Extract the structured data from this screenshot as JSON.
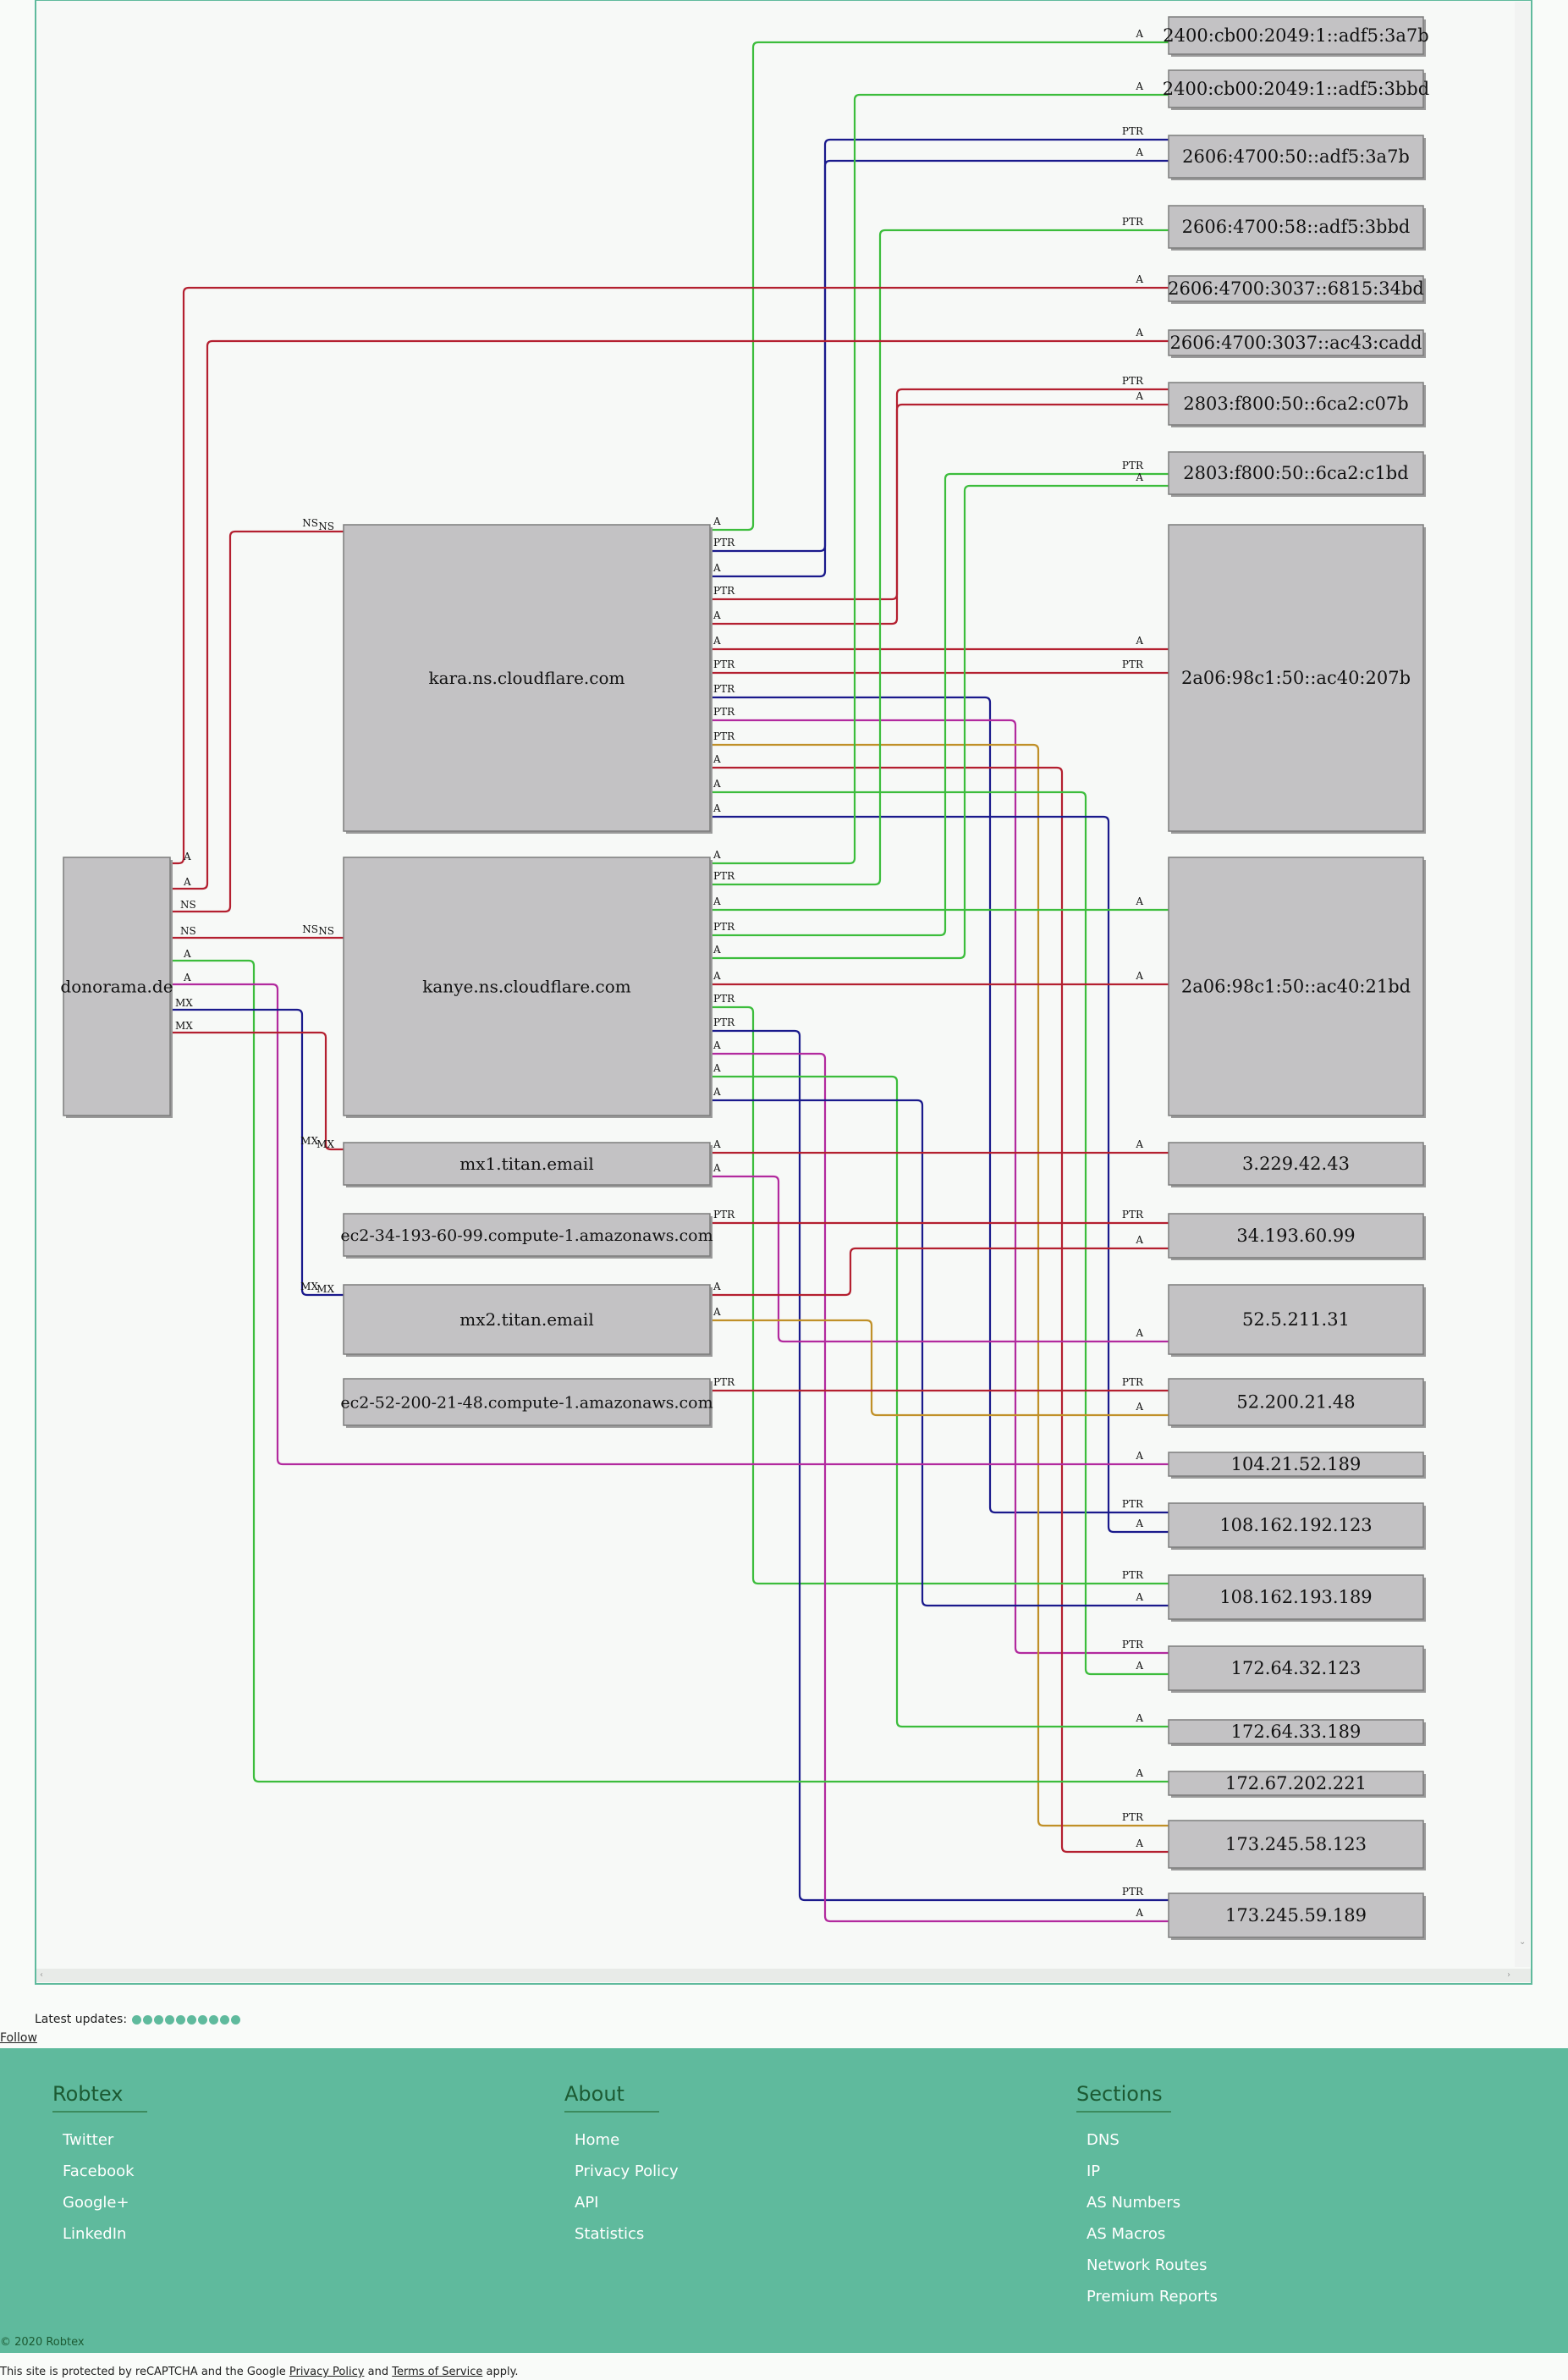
{
  "graph": {
    "nodes": {
      "domain": "donorama.de",
      "kara": "kara.ns.cloudflare.com",
      "kanye": "kanye.ns.cloudflare.com",
      "mx1": "mx1.titan.email",
      "ec2a": "ec2-34-193-60-99.compute-1.amazonaws.com",
      "mx2": "mx2.titan.email",
      "ec2b": "ec2-52-200-21-48.compute-1.amazonaws.com"
    },
    "ips": [
      "2400:cb00:2049:1::adf5:3a7b",
      "2400:cb00:2049:1::adf5:3bbd",
      "2606:4700:50::adf5:3a7b",
      "2606:4700:58::adf5:3bbd",
      "2606:4700:3037::6815:34bd",
      "2606:4700:3037::ac43:cadd",
      "2803:f800:50::6ca2:c07b",
      "2803:f800:50::6ca2:c1bd",
      "2a06:98c1:50::ac40:207b",
      "2a06:98c1:50::ac40:21bd",
      "3.229.42.43",
      "34.193.60.99",
      "52.5.211.31",
      "52.200.21.48",
      "104.21.52.189",
      "108.162.192.123",
      "108.162.193.189",
      "172.64.32.123",
      "172.64.33.189",
      "172.67.202.221",
      "173.245.58.123",
      "173.245.59.189"
    ],
    "record_types": {
      "a": "A",
      "ns": "NS",
      "mx": "MX",
      "ptr": "PTR"
    },
    "colors": {
      "red": "#b42030",
      "green": "#3cbd3c",
      "blue": "#1a1a8c",
      "magenta": "#b22a9e",
      "gold": "#c09028"
    }
  },
  "latest_updates_label": "Latest updates:",
  "follow_label": "Follow",
  "footer": {
    "robtex": {
      "heading": "Robtex",
      "links": [
        "Twitter",
        "Facebook",
        "Google+",
        "LinkedIn"
      ]
    },
    "about": {
      "heading": "About",
      "links": [
        "Home",
        "Privacy Policy",
        "API",
        "Statistics"
      ]
    },
    "sections": {
      "heading": "Sections",
      "links": [
        "DNS",
        "IP",
        "AS Numbers",
        "AS Macros",
        "Network Routes",
        "Premium Reports"
      ]
    }
  },
  "copyright": "© 2020 Robtex",
  "recaptcha": {
    "prefix": "This site is protected by reCAPTCHA and the Google",
    "privacy": "Privacy Policy",
    "and": "and",
    "terms": "Terms of Service",
    "suffix": "apply."
  }
}
